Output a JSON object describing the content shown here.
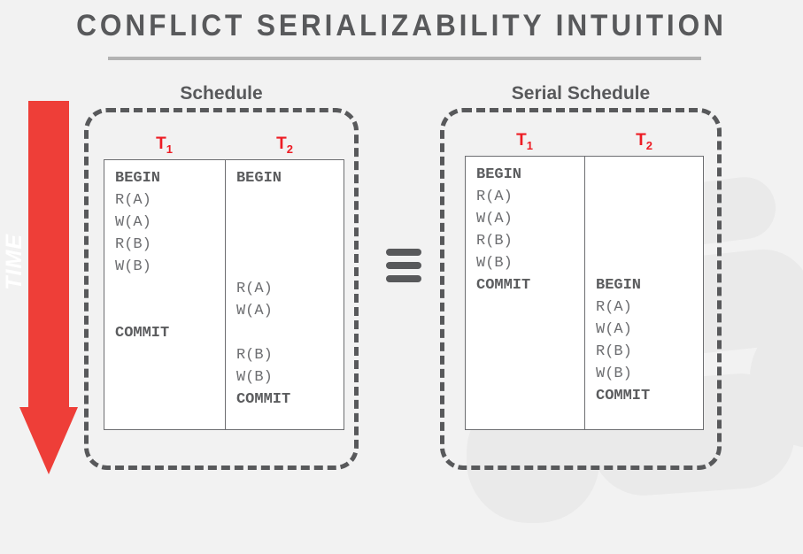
{
  "page": {
    "title": "CONFLICT SERIALIZABILITY INTUITION",
    "background_color": "#f2f2f2",
    "title_color": "#58595b",
    "accent_red": "#ed1c24",
    "arrow_red": "#ee3e38",
    "rule_color": "#b3b3b3"
  },
  "time_axis": {
    "label": "TIME",
    "direction": "downward",
    "color": "#ee3e38",
    "text_color": "#ffffff"
  },
  "equivalence": {
    "symbol": "≡",
    "meaning": "equivalent-to",
    "bars": 3,
    "color": "#58595b"
  },
  "panels": [
    {
      "caption": "Schedule",
      "columns": [
        {
          "header": "T",
          "header_sub": "1",
          "lines": [
            "BEGIN",
            "R(A)",
            "W(A)",
            "R(B)",
            "W(B)",
            "",
            "",
            "COMMIT",
            "",
            "",
            "",
            ""
          ]
        },
        {
          "header": "T",
          "header_sub": "2",
          "lines": [
            "BEGIN",
            "",
            "",
            "",
            "",
            "R(A)",
            "W(A)",
            "",
            "R(B)",
            "W(B)",
            "COMMIT",
            ""
          ]
        }
      ]
    },
    {
      "caption": "Serial Schedule",
      "columns": [
        {
          "header": "T",
          "header_sub": "1",
          "lines": [
            "BEGIN",
            "R(A)",
            "W(A)",
            "R(B)",
            "W(B)",
            "COMMIT",
            "",
            "",
            "",
            "",
            "",
            ""
          ]
        },
        {
          "header": "T",
          "header_sub": "2",
          "lines": [
            "",
            "",
            "",
            "",
            "",
            "BEGIN",
            "R(A)",
            "W(A)",
            "R(B)",
            "W(B)",
            "COMMIT",
            ""
          ]
        }
      ]
    }
  ],
  "keywords": [
    "BEGIN",
    "COMMIT"
  ]
}
